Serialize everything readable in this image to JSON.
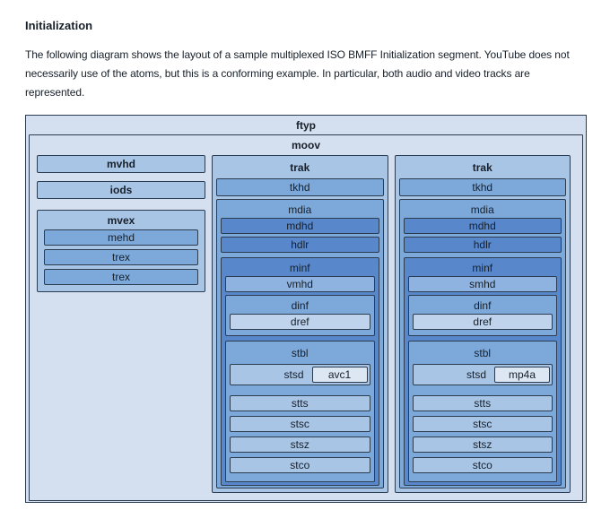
{
  "page": {
    "title": "Initialization",
    "description_lines": [
      "The following diagram shows the layout of a sample multiplexed ISO BMFF Initialization segment. YouTube does not",
      "necessarily use of the atoms, but this is a conforming example. In particular, both audio and video tracks are",
      "represented."
    ]
  },
  "colors": {
    "text": "#17202a",
    "border": "#2c3c50",
    "diagram_bg": "#d4e0ef",
    "box_light": "#a9c5e6",
    "box_medium": "#7da8da",
    "box_dark": "#5887cc",
    "box_header_light": "#8fb3e0",
    "box_dref": "#bfd3ec",
    "box_sample": "#dde7f4"
  },
  "diagram": {
    "ftyp_label": "ftyp",
    "moov_label": "moov",
    "left_column": {
      "mvhd_label": "mvhd",
      "iods_label": "iods",
      "mvex": {
        "label": "mvex",
        "children": [
          "mehd",
          "trex",
          "trex"
        ]
      }
    },
    "tracks": [
      {
        "trak_label": "trak",
        "tkhd_label": "tkhd",
        "mdia": {
          "label": "mdia",
          "mdhd_label": "mdhd",
          "hdlr_label": "hdlr",
          "minf": {
            "label": "minf",
            "media_header_label": "vmhd",
            "dinf": {
              "label": "dinf",
              "dref_label": "dref"
            },
            "stbl": {
              "label": "stbl",
              "stsd_label": "stsd",
              "sample_entry_label": "avc1",
              "rows": [
                "stts",
                "stsc",
                "stsz",
                "stco"
              ]
            }
          }
        }
      },
      {
        "trak_label": "trak",
        "tkhd_label": "tkhd",
        "mdia": {
          "label": "mdia",
          "mdhd_label": "mdhd",
          "hdlr_label": "hdlr",
          "minf": {
            "label": "minf",
            "media_header_label": "smhd",
            "dinf": {
              "label": "dinf",
              "dref_label": "dref"
            },
            "stbl": {
              "label": "stbl",
              "stsd_label": "stsd",
              "sample_entry_label": "mp4a",
              "rows": [
                "stts",
                "stsc",
                "stsz",
                "stco"
              ]
            }
          }
        }
      }
    ]
  }
}
